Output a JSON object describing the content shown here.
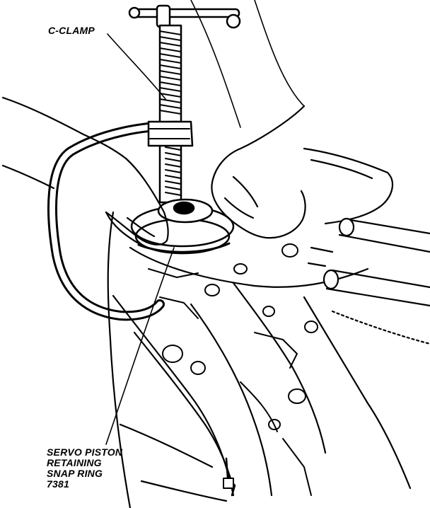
{
  "labels": {
    "c_clamp": "C-CLAMP",
    "servo_line1": "SERVO PISTON",
    "servo_line2": "RETAINING",
    "servo_line3": "SNAP RING",
    "servo_line4": "7381"
  },
  "colors": {
    "ink": "#000000",
    "paper": "#ffffff"
  }
}
